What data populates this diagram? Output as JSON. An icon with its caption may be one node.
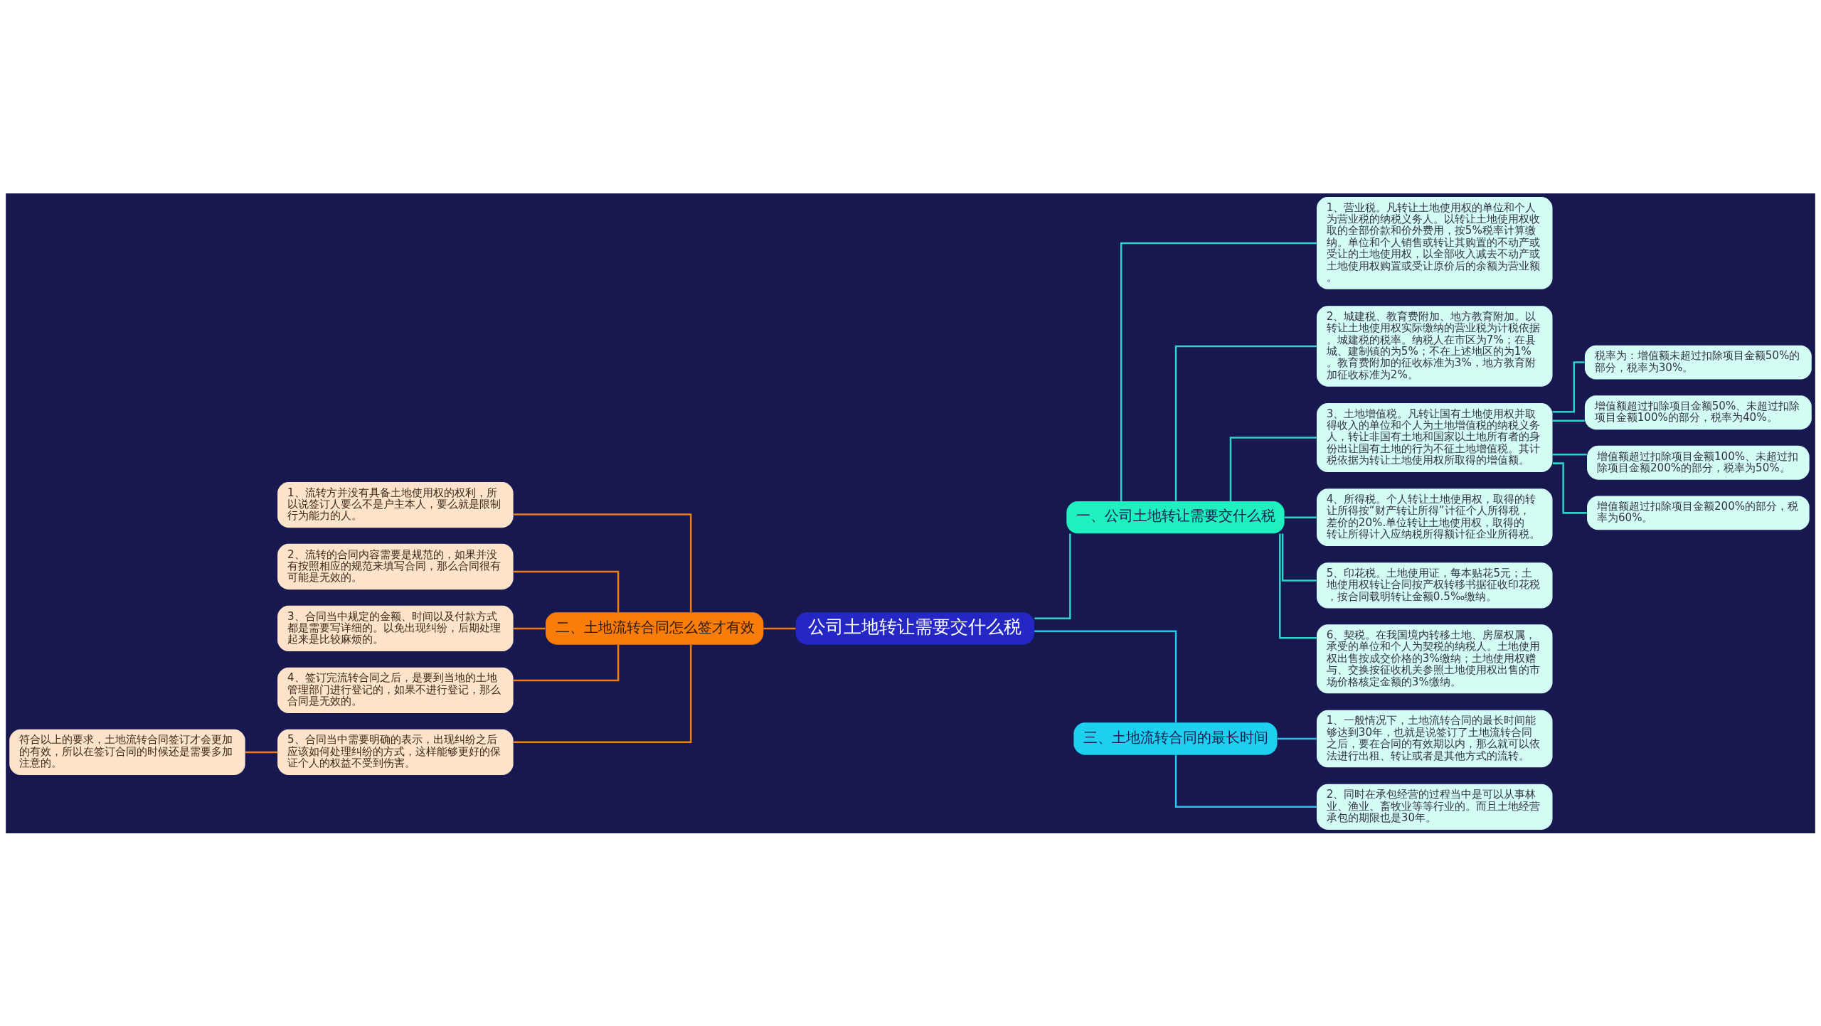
{
  "diagram": {
    "nodes": [
      {
        "text": [
          "公司土地转让需要交什么税"
        ]
      },
      {
        "text": [
          "一、公司土地转让需要交什么税"
        ]
      },
      {
        "text": [
          "1、营业税。凡转让土地使用权的单位和个人为营业税的纳税义务人。以转让土地使用权收取的全部价款和价外费用，按5%税率计算缴纳。单位和个人销售或转让其购置的不动产或受让的土地使用权，以全部收入减去不动产或土地使用权购置或受让原价后的余额为营业额。"
        ]
      },
      {
        "text": [
          "2、城建税、教育费附加、地方教育附加。以转让土地使用权实际缴纳的营业税为计税依据。城建税的税率。纳税人在市区为7%；在县城、建制镇的为5%；不在上述地区的为1%。教育费附加的征收标准为3%，地方教育附加征收标准为2%。"
        ]
      },
      {
        "text": [
          "3、土地增值税。凡转让国有土地使用权并取得收入的单位和个人为土地增值税的纳税义务人，转让非国有土地和国家以土地所有者的身份出让国有土地的行为不征土地增值税。其计税依据为转让土地使用权所取得的增值额。"
        ]
      },
      {
        "text": [
          "税率为：增值额未超过扣除项目金额50%的部分，税率为30%。"
        ]
      },
      {
        "text": [
          "增值额超过扣除项目金额50%、未超过扣除项目金额100%的部分，税率为40%。"
        ]
      },
      {
        "text": [
          "增值额超过扣除项目金额100%、未超过扣除项目金额200%的部分，税率为50%。"
        ]
      },
      {
        "text": [
          "增值额超过扣除项目金额200%的部分，税率为60%。"
        ]
      },
      {
        "text": [
          "4、所得税。个人转让土地使用权，取得的转让所得按“财产转让所得”计征个人所得税，差价的20%.单位转让土地使用权，取得的转让所得计入应纳税所得额计征企业所得税。"
        ]
      },
      {
        "text": [
          "5、印花税。土地使用证，每本贴花5元；土地使用权转让合同按产权转移书据征收印花税，按合同载明转让金额0.5‰缴纳。"
        ]
      },
      {
        "text": [
          "6、契税。在我国境内转移土地、房屋权属，承受的单位和个人为契税的纳税人。土地使用权出售按成交价格的3%缴纳；土地使用权赠与、交换按征收机关参照土地使用权出售的市场价格核定金额的3%缴纳。"
        ]
      },
      {
        "text": [
          "二、土地流转合同怎么签才有效"
        ]
      },
      {
        "text": [
          "1、流转方并没有具备土地使用权的权利，所以说签订人要么不是户主本人，要么就是限制行为能力的人。"
        ]
      },
      {
        "text": [
          "2、流转的合同内容需要是规范的，如果并没有按照相应的规范来填写合同，那么合同很有可能是无效的。"
        ]
      },
      {
        "text": [
          "3、合同当中规定的金额、时间以及付款方式都是需要写详细的。以免出现纠纷，后期处理起来是比较麻烦的。"
        ]
      },
      {
        "text": [
          "4、签订完流转合同之后，是要到当地的土地管理部门进行登记的，如果不进行登记，那么合同是无效的。"
        ]
      },
      {
        "text": [
          "5、合同当中需要明确的表示，出现纠纷之后应该如何处理纠纷的方式，这样能够更好的保证个人的权益不受到伤害。"
        ]
      },
      {
        "text": [
          "符合以上的要求，土地流转合同签订才会更加的有效，所以在签订合同的时候还是需要多加注意的。"
        ]
      },
      {
        "text": [
          "三、土地流转合同的最长时间"
        ]
      },
      {
        "text": [
          "1、一般情况下，土地流转合同的最长时间能够达到30年，也就是说签订了土地流转合同之后，要在合同的有效期以内，那么就可以依法进行出租、转让或者是其他方式的流转。"
        ]
      },
      {
        "text": [
          "2、同时在承包经营的过程当中是可以从事林业、渔业、畜牧业等等行业的。而且土地经营承包的期限也是30年。"
        ]
      }
    ],
    "edges": [
      {
        "from": 0,
        "to": 1,
        "arrow": "none"
      },
      {
        "from": 1,
        "to": 2,
        "arrow": "none"
      },
      {
        "from": 1,
        "to": 3,
        "arrow": "none"
      },
      {
        "from": 1,
        "to": 4,
        "arrow": "none"
      },
      {
        "from": 4,
        "to": 5,
        "arrow": "none"
      },
      {
        "from": 4,
        "to": 6,
        "arrow": "none"
      },
      {
        "from": 4,
        "to": 7,
        "arrow": "none"
      },
      {
        "from": 4,
        "to": 8,
        "arrow": "none"
      },
      {
        "from": 1,
        "to": 9,
        "arrow": "none"
      },
      {
        "from": 1,
        "to": 10,
        "arrow": "none"
      },
      {
        "from": 1,
        "to": 11,
        "arrow": "none"
      },
      {
        "from": 0,
        "to": 12,
        "arrow": "none",
        "color": "#f07c14"
      },
      {
        "from": 12,
        "to": 13,
        "arrow": "none",
        "color": "#f07c14"
      },
      {
        "from": 12,
        "to": 14,
        "arrow": "none",
        "color": "#f07c14"
      },
      {
        "from": 12,
        "to": 15,
        "arrow": "none",
        "color": "#f07c14"
      },
      {
        "from": 12,
        "to": 16,
        "arrow": "none",
        "color": "#f07c14"
      },
      {
        "from": 12,
        "to": 17,
        "arrow": "none",
        "color": "#f07c14"
      },
      {
        "from": 17,
        "to": 18,
        "arrow": "none",
        "color": "#f07c14"
      },
      {
        "from": 0,
        "to": 19,
        "arrow": "none",
        "color": "#22c6e8"
      },
      {
        "from": 19,
        "to": 20,
        "arrow": "none",
        "color": "#22c6e8"
      },
      {
        "from": 19,
        "to": 21,
        "arrow": "none",
        "color": "#22c6e8"
      }
    ]
  }
}
